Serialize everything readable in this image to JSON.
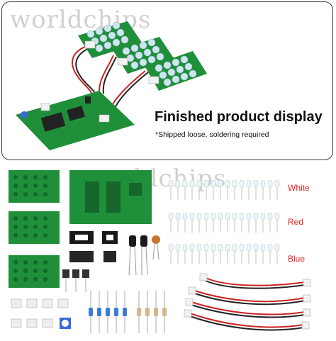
{
  "watermark": "worldchips",
  "banner": {
    "title": "Finished product display",
    "subtitle": "*Shipped loose, soldering required"
  },
  "led_labels": {
    "white": "White",
    "red": "Red",
    "blue": "Blue"
  },
  "colors": {
    "pcb": "#1f8f3a",
    "pcb_dark": "#14662a",
    "wire_red": "#cc2222",
    "wire_black": "#222222",
    "label": "#e02020"
  }
}
